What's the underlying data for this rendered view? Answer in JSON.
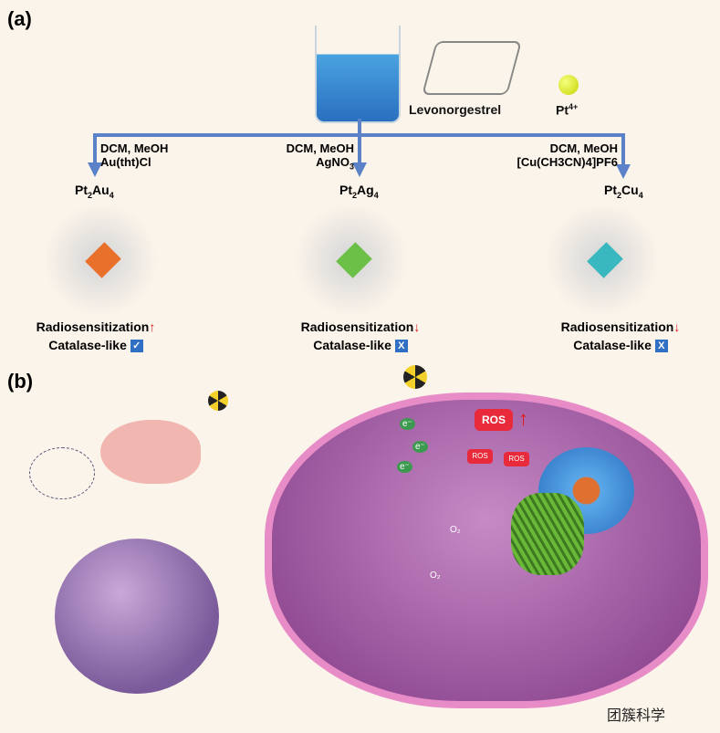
{
  "panel_a_label": "(a)",
  "panel_b_label": "(b)",
  "reagents": {
    "ligand": "Levonorgestrel",
    "metal": "Pt",
    "metal_charge": "4+"
  },
  "branches": [
    {
      "solvent": "DCM, MeOH",
      "reagent": "Au(tht)Cl",
      "product_base": "Pt",
      "product_sub1": "2",
      "product_metal": "Au",
      "product_sub2": "4",
      "radiosensitization": "Radiosensitization",
      "radio_arrow": "↑",
      "catalase": "Catalase-like",
      "catalase_mark": "✓"
    },
    {
      "solvent": "DCM, MeOH",
      "reagent": "AgNO",
      "reagent_sub": "3",
      "product_base": "Pt",
      "product_sub1": "2",
      "product_metal": "Ag",
      "product_sub2": "4",
      "radiosensitization": "Radiosensitization",
      "radio_arrow": "↓",
      "catalase": "Catalase-like",
      "catalase_mark": "X"
    },
    {
      "solvent": "DCM, MeOH",
      "reagent": "[Cu(CH3CN)4]PF6",
      "product_base": "Pt",
      "product_sub1": "2",
      "product_metal": "Cu",
      "product_sub2": "4",
      "radiosensitization": "Radiosensitization",
      "radio_arrow": "↓",
      "catalase": "Catalase-like",
      "catalase_mark": "X"
    }
  ],
  "cell": {
    "ros_big": "ROS",
    "ros_arrow": "↑",
    "ros_small": "ROS",
    "electron": "e⁻",
    "oxygen": "O₂"
  },
  "watermark": "团簇科学",
  "colors": {
    "background": "#fbf4ea",
    "arrow": "#5b82c8",
    "cell": "#b05aa8",
    "membrane": "#e88cc8",
    "radiation": "#f3d12a"
  }
}
